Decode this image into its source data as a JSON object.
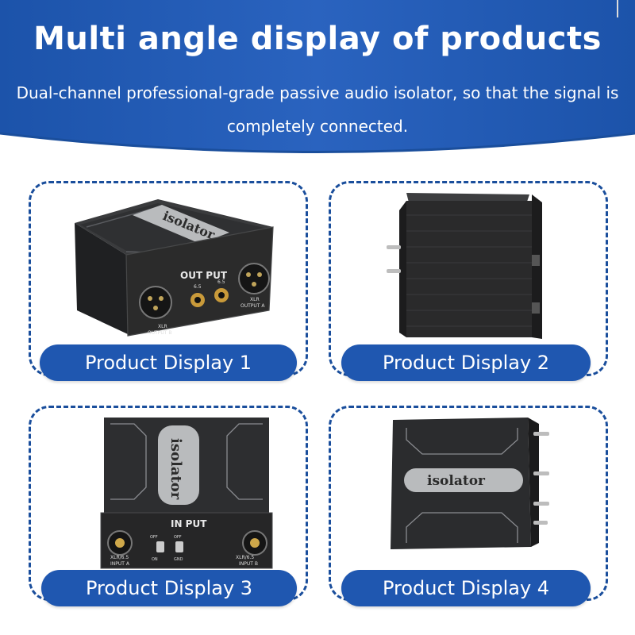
{
  "header": {
    "title": "Multi angle display of products",
    "subtitle": "Dual-channel professional-grade passive audio isolator, so that the signal is completely connected."
  },
  "products": [
    {
      "label": "Product Display 1",
      "logo_text": "isolator",
      "panel_title": "OUT PUT",
      "port_labels": [
        "XLR",
        "OUTPUT B",
        "6.5",
        "6.5",
        "XLR",
        "OUTPUT A"
      ]
    },
    {
      "label": "Product Display 2"
    },
    {
      "label": "Product Display 3",
      "logo_text": "isolator",
      "panel_title": "IN PUT",
      "port_labels": [
        "XLR/6.5",
        "INPUT A",
        "OFF",
        "ON",
        "OFF",
        "GND",
        "XLR/6.5",
        "INPUT B"
      ]
    },
    {
      "label": "Product Display 4",
      "logo_text": "isolator"
    }
  ],
  "colors": {
    "header_blue": "#1f57b0",
    "accent_dark_blue": "#1a4e9c",
    "device_body": "#2b2b2b",
    "nameplate": "#b9bbbd"
  }
}
